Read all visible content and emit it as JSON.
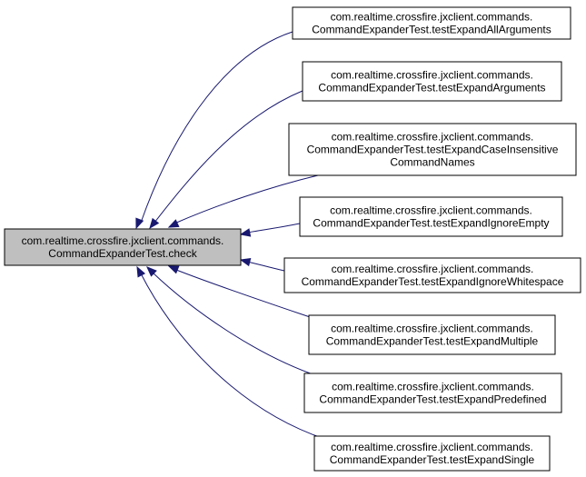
{
  "diagram": {
    "type": "call-graph",
    "colors": {
      "background": "#ffffff",
      "root_fill": "#bfbfbf",
      "node_fill": "#ffffff",
      "node_border": "#000000",
      "edge": "#191970",
      "text": "#000000"
    },
    "root": {
      "id": "check",
      "lines": [
        "com.realtime.crossfire.jxclient.commands.",
        "CommandExpanderTest.check"
      ]
    },
    "callers": [
      {
        "id": "testExpandAllArguments",
        "lines": [
          "com.realtime.crossfire.jxclient.commands.",
          "CommandExpanderTest.testExpandAllArguments"
        ]
      },
      {
        "id": "testExpandArguments",
        "lines": [
          "com.realtime.crossfire.jxclient.commands.",
          "CommandExpanderTest.testExpandArguments"
        ]
      },
      {
        "id": "testExpandCaseInsensitiveCommandNames",
        "lines": [
          "com.realtime.crossfire.jxclient.commands.",
          "CommandExpanderTest.testExpandCaseInsensitive",
          "CommandNames"
        ]
      },
      {
        "id": "testExpandIgnoreEmpty",
        "lines": [
          "com.realtime.crossfire.jxclient.commands.",
          "CommandExpanderTest.testExpandIgnoreEmpty"
        ]
      },
      {
        "id": "testExpandIgnoreWhitespace",
        "lines": [
          "com.realtime.crossfire.jxclient.commands.",
          "CommandExpanderTest.testExpandIgnoreWhitespace"
        ]
      },
      {
        "id": "testExpandMultiple",
        "lines": [
          "com.realtime.crossfire.jxclient.commands.",
          "CommandExpanderTest.testExpandMultiple"
        ]
      },
      {
        "id": "testExpandPredefined",
        "lines": [
          "com.realtime.crossfire.jxclient.commands.",
          "CommandExpanderTest.testExpandPredefined"
        ]
      },
      {
        "id": "testExpandSingle",
        "lines": [
          "com.realtime.crossfire.jxclient.commands.",
          "CommandExpanderTest.testExpandSingle"
        ]
      }
    ]
  }
}
